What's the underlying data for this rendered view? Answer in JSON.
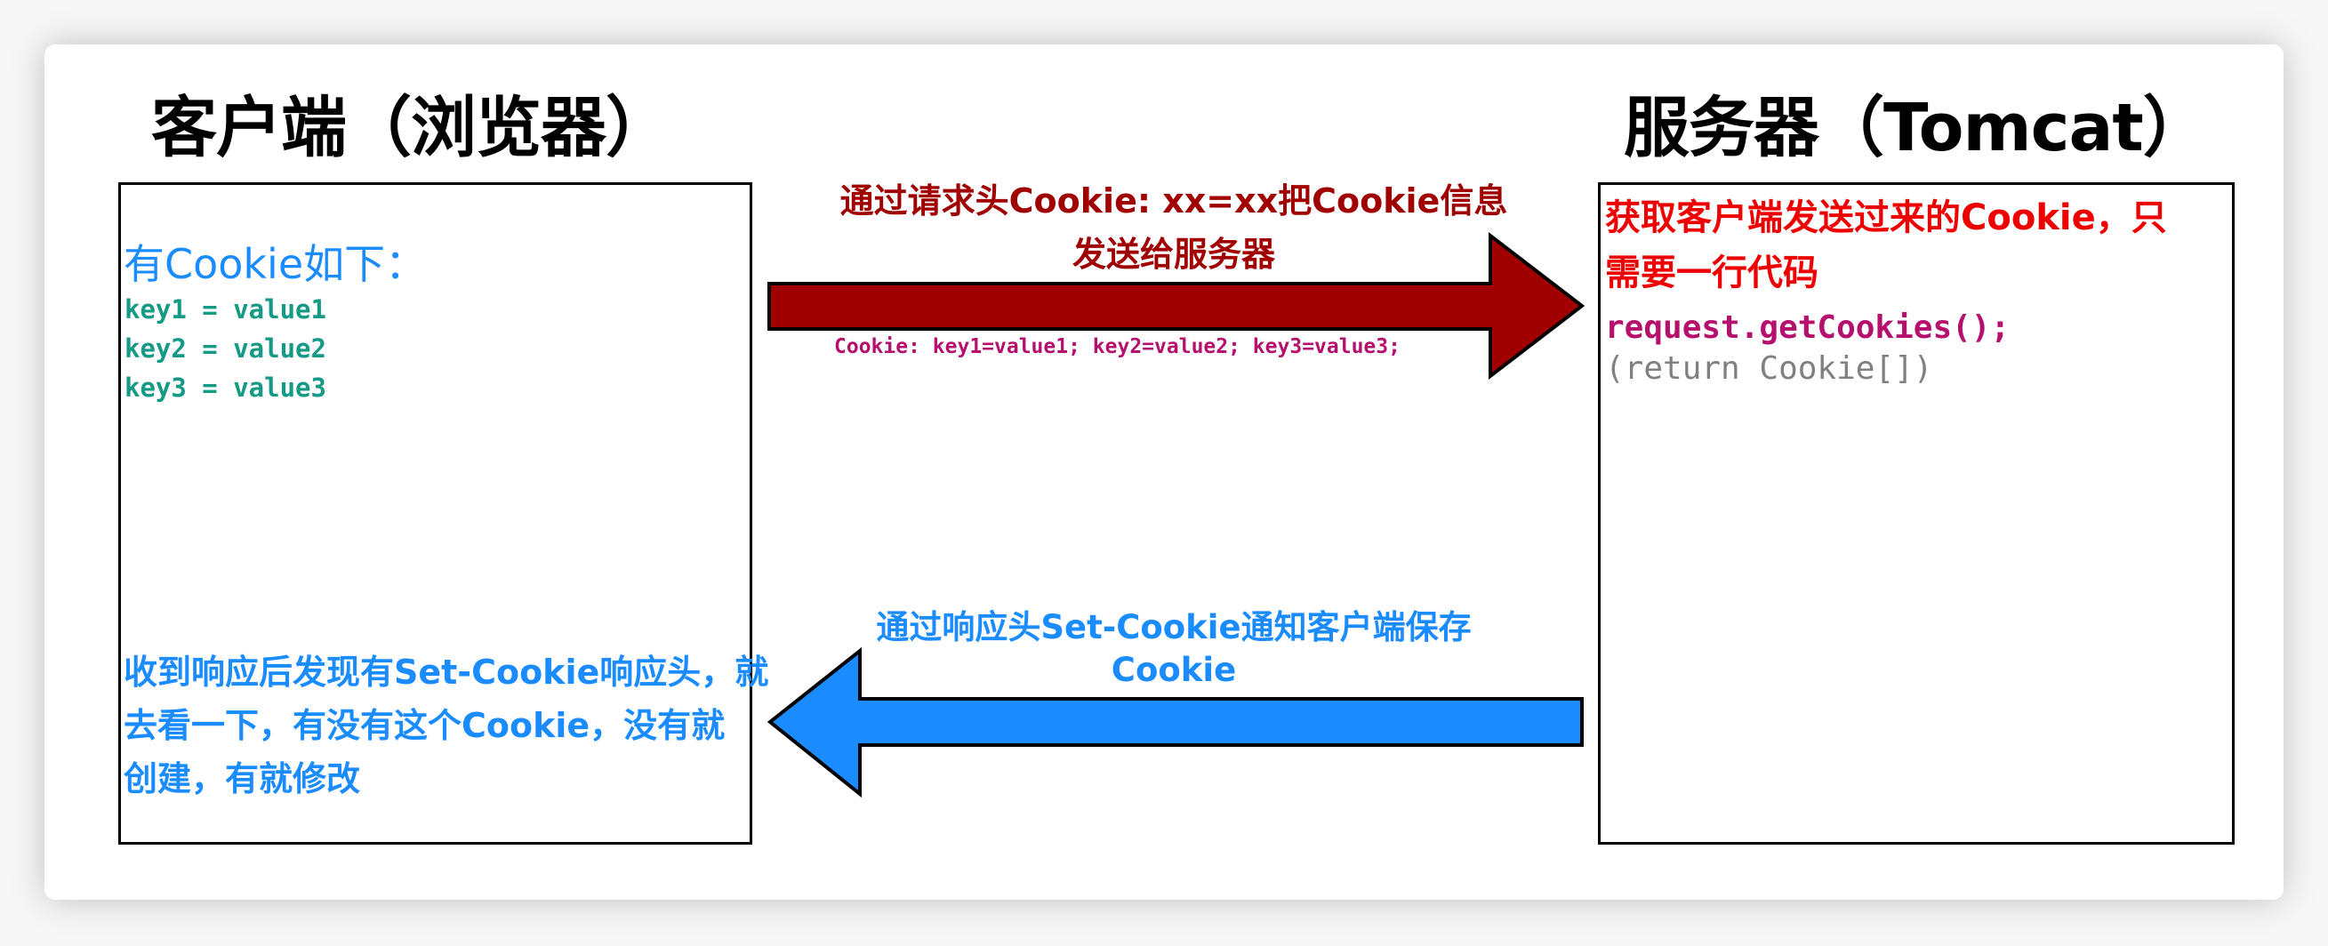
{
  "client": {
    "title": "客户端（浏览器）",
    "cookie_heading": "有Cookie如下：",
    "cookies": [
      {
        "text": "key1 = value1"
      },
      {
        "text": "key2 = value2"
      },
      {
        "text": "key3 = value3"
      }
    ],
    "response_note_lines": [
      "收到响应后发现有Set-Cookie响应头，就",
      "去看一下，有没有这个Cookie，没有就",
      "创建，有就修改"
    ]
  },
  "server": {
    "title": "服务器（Tomcat）",
    "note_lines": [
      "获取客户端发送过来的Cookie，只",
      "需要一行代码"
    ],
    "code_call": "request.getCookies();",
    "code_return": "(return Cookie[])"
  },
  "request_arrow": {
    "direction": "right",
    "color": "#a00000",
    "label_lines": [
      "通过请求头Cookie: xx=xx把Cookie信息",
      "发送给服务器"
    ],
    "header_example": "Cookie: key1=value1; key2=value2; key3=value3;"
  },
  "response_arrow": {
    "direction": "left",
    "color": "#1a8cff",
    "label_lines": [
      "通过响应头Set-Cookie通知客户端保存",
      "Cookie"
    ]
  }
}
